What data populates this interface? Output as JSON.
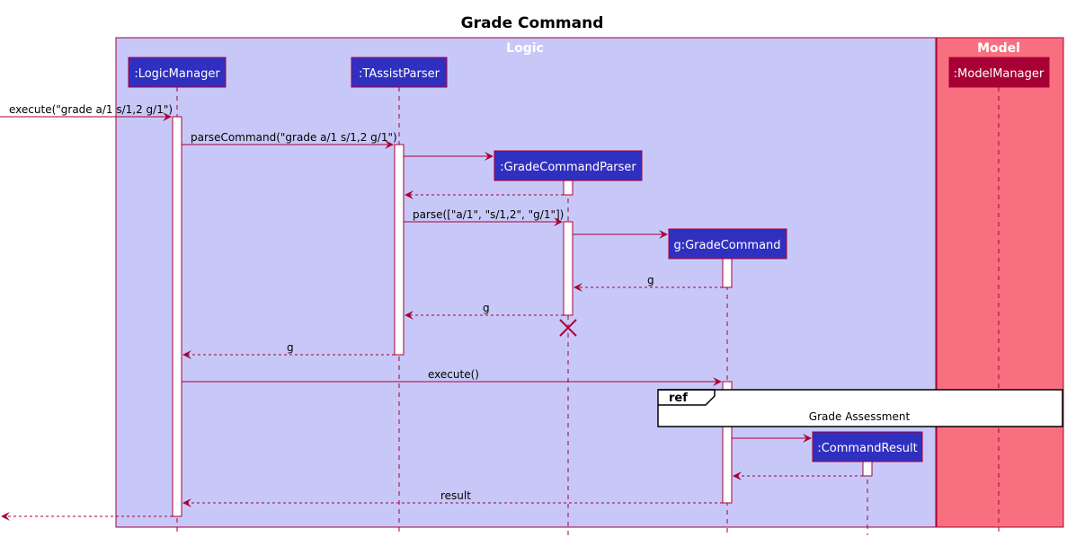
{
  "title": "Grade Command",
  "boxes": {
    "logic": "Logic",
    "model": "Model"
  },
  "participants": {
    "logic_manager": ":LogicManager",
    "tassist_parser": ":TAssistParser",
    "grade_command_parser": ":GradeCommandParser",
    "grade_command": "g:GradeCommand",
    "command_result": ":CommandResult",
    "model_manager": ":ModelManager"
  },
  "messages": {
    "m1": "execute(\"grade a/1 s/1,2 g/1\")",
    "m2": "parseCommand(\"grade a/1 s/1,2 g/1\")",
    "m3": "",
    "m4": "",
    "m5": "parse([\"a/1\", \"s/1,2\", \"g/1\"])",
    "m6": "",
    "m7": "g",
    "m8": "g",
    "m9": "g",
    "m10": "execute()",
    "m11": "",
    "m12": "",
    "m13": "result",
    "m14": ""
  },
  "ref": {
    "tag": "ref",
    "label": "Grade Assessment"
  },
  "colors": {
    "logic_fill": "#C8C8F8",
    "model_fill": "#F87080",
    "border": "#A80036",
    "participant_fill": "#3030C0",
    "participant_dark": "#A80036",
    "arrow": "#A80036",
    "destroy": "#A80036"
  }
}
